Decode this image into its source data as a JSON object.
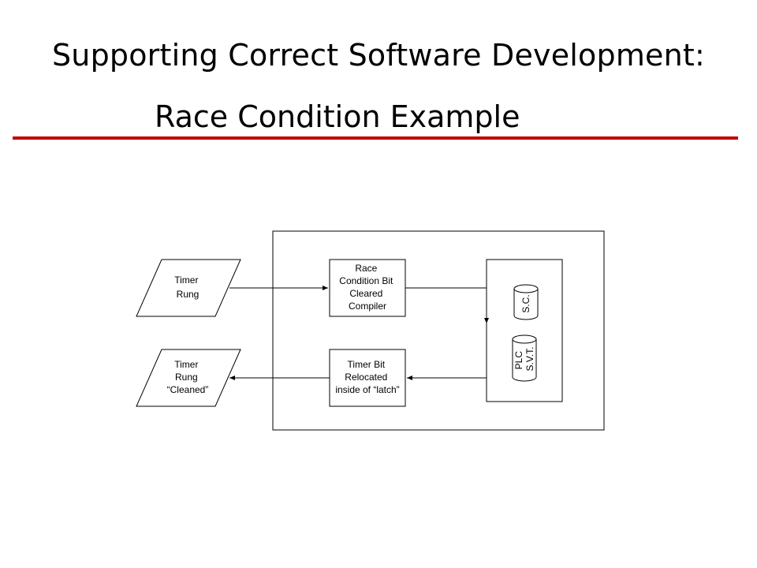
{
  "slide": {
    "title_line1": "Supporting Correct Software Development:",
    "title_line2": "Race Condition Example",
    "accent_color": "#c00000"
  },
  "diagram": {
    "input": [
      "Timer",
      "Rung"
    ],
    "output": [
      "Timer",
      "Rung",
      "“Cleaned”"
    ],
    "compiler_box": [
      "Race",
      "Condition Bit",
      "Cleared",
      "Compiler"
    ],
    "relocate_box": [
      "Timer Bit",
      "Relocated",
      "inside of “latch”"
    ],
    "sc_cylinder": "S.C.",
    "plc_cylinder": [
      "PLC",
      "S.V.T."
    ]
  }
}
